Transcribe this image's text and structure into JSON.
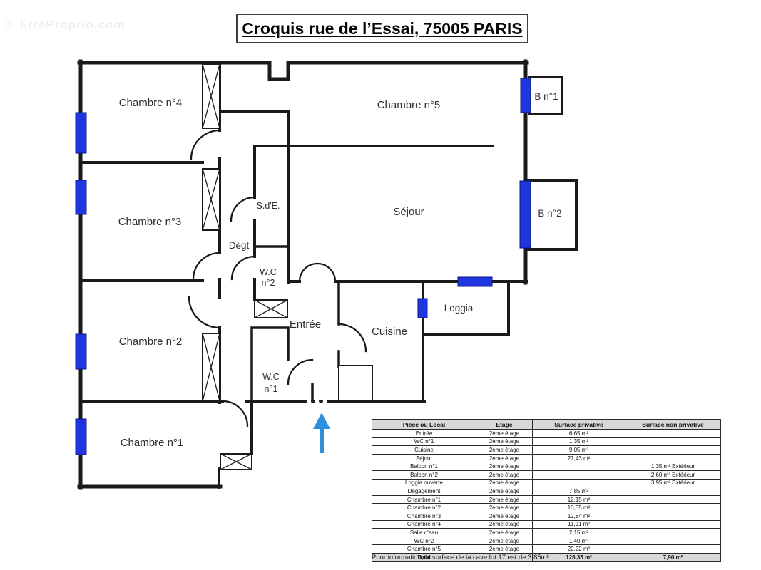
{
  "watermark": "© EtreProprio.com",
  "title": "Croquis rue de l’Essai, 75005 PARIS",
  "plan": {
    "labels": {
      "chambre1": "Chambre n°1",
      "chambre2": "Chambre n°2",
      "chambre3": "Chambre n°3",
      "chambre4": "Chambre n°4",
      "chambre5": "Chambre n°5",
      "sejour": "Séjour",
      "cuisine": "Cuisine",
      "entree": "Entrée",
      "loggia": "Loggia",
      "degt": "Dégt",
      "sde": "S.d'E.",
      "wc1_line1": "W.C",
      "wc1_line2": "n°1",
      "wc2_line1": "W.C",
      "wc2_line2": "n°2",
      "b1": "B n°1",
      "b2": "B n°2"
    },
    "colors": {
      "wall": "#1a1a1a",
      "window": "#1e35e0",
      "arrow": "#2e90dd"
    }
  },
  "table": {
    "headers": [
      "Pièce ou Local",
      "Etage",
      "Surface privative",
      "Surface non privative"
    ],
    "rows": [
      [
        "Entrée",
        "2ème étage",
        "6,65 m²",
        ""
      ],
      [
        "WC n°1",
        "2ème étage",
        "1,35 m²",
        ""
      ],
      [
        "Cuisine",
        "2ème étage",
        "9,05 m²",
        ""
      ],
      [
        "Séjour",
        "2ème étage",
        "27,43 m²",
        ""
      ],
      [
        "Balcon n°1",
        "2ème étage",
        "",
        "1,35 m² Extérieur"
      ],
      [
        "Balcon n°2",
        "2ème étage",
        "",
        "2,60 m² Extérieur"
      ],
      [
        "Loggia ouverte",
        "2ème étage",
        "",
        "3,95 m² Extérieur"
      ],
      [
        "Dégagement",
        "2ème étage",
        "7,85 m²",
        ""
      ],
      [
        "Chambre n°1",
        "2ème étage",
        "12,15 m²",
        ""
      ],
      [
        "Chambre n°2",
        "2ème étage",
        "13,35 m²",
        ""
      ],
      [
        "Chambre n°3",
        "2ème étage",
        "12,84 m²",
        ""
      ],
      [
        "Chambre n°4",
        "2ème étage",
        "11,91 m²",
        ""
      ],
      [
        "Salle d'eau",
        "2ème étage",
        "2,15 m²",
        ""
      ],
      [
        "WC n°2",
        "2ème étage",
        "1,40 m²",
        ""
      ],
      [
        "Chambre n°5",
        "2ème étage",
        "22,22 m²",
        ""
      ]
    ],
    "total": [
      "Total",
      "",
      "128,35 m²",
      "7,90 m²"
    ],
    "footnote": "Pour information, la surface de la cave lot 17 est de 3,85m²"
  }
}
